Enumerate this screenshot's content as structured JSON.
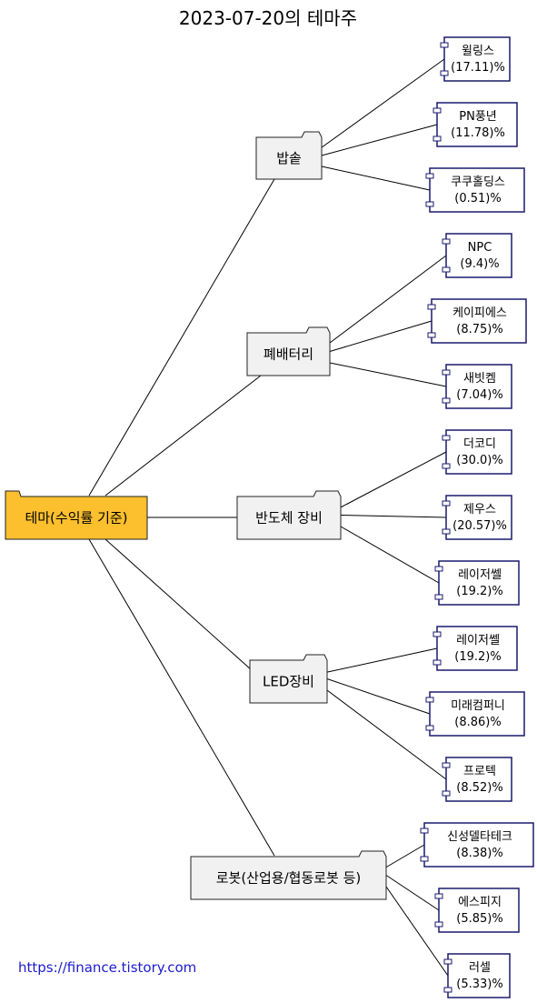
{
  "title": "2023-07-20의 테마주",
  "root": {
    "label": "테마(수익률 기준)",
    "fill": "#fcbf2e"
  },
  "themes": [
    {
      "name": "밥솥",
      "stocks": [
        {
          "name": "윌링스",
          "pct": "(17.11)%"
        },
        {
          "name": "PN풍년",
          "pct": "(11.78)%"
        },
        {
          "name": "쿠쿠홀딩스",
          "pct": "(0.51)%"
        }
      ]
    },
    {
      "name": "폐배터리",
      "stocks": [
        {
          "name": "NPC",
          "pct": "(9.4)%"
        },
        {
          "name": "케이피에스",
          "pct": "(8.75)%"
        },
        {
          "name": "새빗켐",
          "pct": "(7.04)%"
        }
      ]
    },
    {
      "name": "반도체 장비",
      "stocks": [
        {
          "name": "더코디",
          "pct": "(30.0)%"
        },
        {
          "name": "제우스",
          "pct": "(20.57)%"
        },
        {
          "name": "레이저쎌",
          "pct": "(19.2)%"
        }
      ]
    },
    {
      "name": "LED장비",
      "stocks": [
        {
          "name": "레이저쎌",
          "pct": "(19.2)%"
        },
        {
          "name": "미래컴퍼니",
          "pct": "(8.86)%"
        },
        {
          "name": "프로텍",
          "pct": "(8.52)%"
        }
      ]
    },
    {
      "name": "로봇(산업용/협동로봇 등)",
      "stocks": [
        {
          "name": "신성델타테크",
          "pct": "(8.38)%"
        },
        {
          "name": "에스피지",
          "pct": "(5.85)%"
        },
        {
          "name": "러셀",
          "pct": "(5.33)%"
        }
      ]
    }
  ],
  "footer_link": "https://finance.tistory.com",
  "colors": {
    "package_fill": "#f1f1f1",
    "component_border": "#1a1a6e",
    "link": "#1c1ccc"
  }
}
